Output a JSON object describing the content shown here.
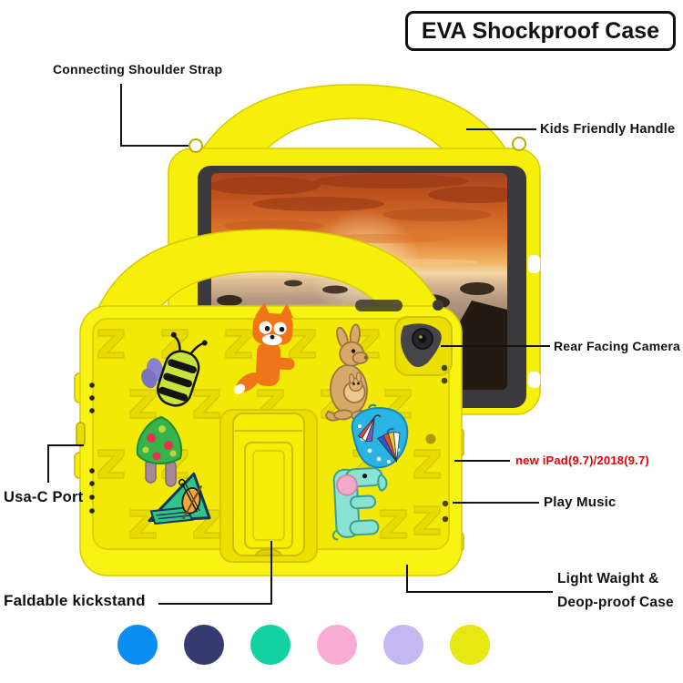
{
  "title": "EVA Shockproof Case",
  "callouts": {
    "shoulder_strap": "Connecting Shoulder Strap",
    "handle": "Kids Friendly Handle",
    "camera": "Rear Facing Camera",
    "compatibility": "new iPad(9.7)/2018(9.7)",
    "usb_port": "Usa-C Port",
    "play_music": "Play Music",
    "kickstand": "Faldable kickstand",
    "durability_line1": "Light Waight &",
    "durability_line2": "Deop-proof Case"
  },
  "colors": {
    "case_yellow": "#f5ef0a",
    "label_text": "#111111",
    "compatibility_red": "#e60000",
    "swatches": [
      {
        "name": "blue",
        "hex": "#0b8ef0"
      },
      {
        "name": "navy",
        "hex": "#353a71"
      },
      {
        "name": "teal",
        "hex": "#12d2a2"
      },
      {
        "name": "pink",
        "hex": "#f9acd3"
      },
      {
        "name": "lavender",
        "hex": "#c5b7f2"
      },
      {
        "name": "yellow",
        "hex": "#e6e713"
      }
    ]
  },
  "charms": [
    "bee",
    "fox",
    "kangaroo",
    "apple-tree",
    "violin",
    "umbrellas",
    "elephant"
  ]
}
